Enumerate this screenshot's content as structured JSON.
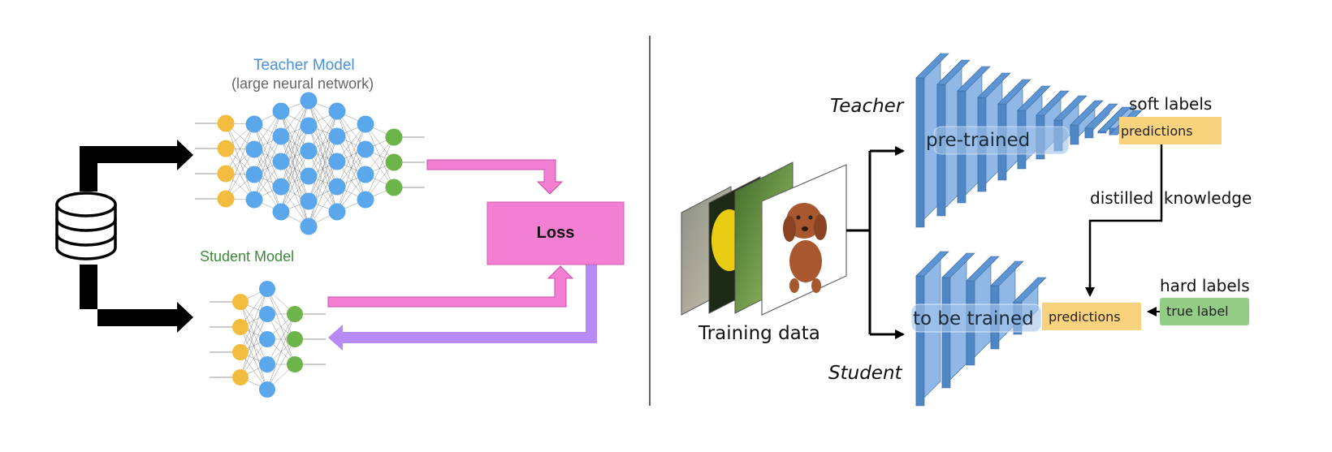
{
  "left_panel": {
    "teacher_title": "Teacher Model",
    "teacher_subtitle": "(large neural network)",
    "student_title": "Student Model",
    "loss_label": "Loss",
    "colors": {
      "teacher_title": "#4a8fd9",
      "student_title": "#3e8a3a",
      "input_node": "#f2bd3f",
      "hidden_node": "#5aa7ec",
      "output_node": "#6db54a",
      "loss_box": "#f27fd2",
      "feedback_arrow": "#b88af5"
    }
  },
  "right_panel": {
    "teacher_label": "Teacher",
    "student_label": "Student",
    "training_data_label": "Training data",
    "pretrained_label": "pre-trained",
    "to_be_trained_label": "to be trained",
    "soft_labels_title": "soft labels",
    "teacher_predictions": "predictions",
    "distilled_knowledge": "distilled  knowledge",
    "hard_labels_title": "hard labels",
    "student_predictions": "predictions",
    "true_label": "true label",
    "colors": {
      "block_face": "#4f86c6",
      "block_side": "#8fb8e6",
      "predictions_box": "#f9d27e",
      "true_label_box": "#93cc84"
    }
  }
}
